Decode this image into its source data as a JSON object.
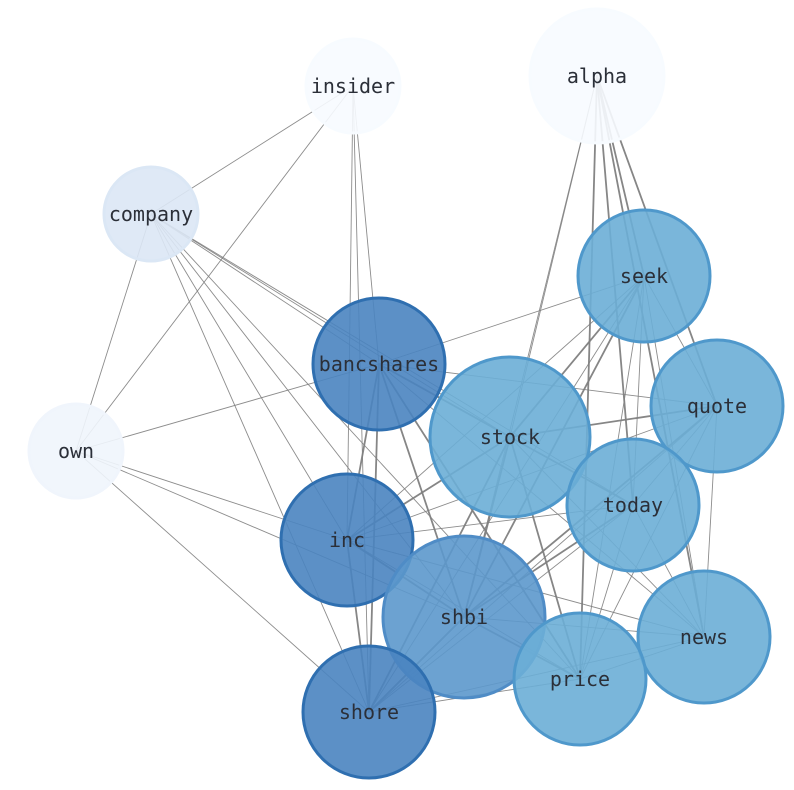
{
  "nodes": [
    {
      "id": "insider",
      "label": "insider",
      "fill": "#f7fbff",
      "stroke": "#f7fbff",
      "opacity": 0.9
    },
    {
      "id": "alpha",
      "label": "alpha",
      "fill": "#f7fbff",
      "stroke": "#f7fbff",
      "opacity": 0.9
    },
    {
      "id": "company",
      "label": "company",
      "fill": "#dbe7f5",
      "stroke": "#dbe7f5",
      "opacity": 0.9
    },
    {
      "id": "seek",
      "label": "seek",
      "fill": "#6baed6",
      "stroke": "#4f98cb",
      "opacity": 0.9
    },
    {
      "id": "bancshares",
      "label": "bancshares",
      "fill": "#4a84c0",
      "stroke": "#2f6fb0",
      "opacity": 0.9
    },
    {
      "id": "quote",
      "label": "quote",
      "fill": "#6baed6",
      "stroke": "#4f98cb",
      "opacity": 0.9
    },
    {
      "id": "stock",
      "label": "stock",
      "fill": "#6baed6",
      "stroke": "#4f98cb",
      "opacity": 0.9
    },
    {
      "id": "own",
      "label": "own",
      "fill": "#f0f5fc",
      "stroke": "#f0f5fc",
      "opacity": 0.9
    },
    {
      "id": "today",
      "label": "today",
      "fill": "#6baed6",
      "stroke": "#4f98cb",
      "opacity": 0.9
    },
    {
      "id": "inc",
      "label": "inc",
      "fill": "#4a84c0",
      "stroke": "#2f6fb0",
      "opacity": 0.9
    },
    {
      "id": "shbi",
      "label": "shbi",
      "fill": "#5c98cc",
      "stroke": "#4f8cc6",
      "opacity": 0.9
    },
    {
      "id": "news",
      "label": "news",
      "fill": "#6baed6",
      "stroke": "#4f98cb",
      "opacity": 0.9
    },
    {
      "id": "price",
      "label": "price",
      "fill": "#6baed6",
      "stroke": "#4f98cb",
      "opacity": 0.9
    },
    {
      "id": "shore",
      "label": "shore",
      "fill": "#4a84c0",
      "stroke": "#2f6fb0",
      "opacity": 0.9
    }
  ],
  "edges": [
    [
      "insider",
      "company",
      1
    ],
    [
      "insider",
      "own",
      1
    ],
    [
      "insider",
      "inc",
      1
    ],
    [
      "insider",
      "shore",
      1
    ],
    [
      "insider",
      "bancshares",
      1
    ],
    [
      "company",
      "own",
      1
    ],
    [
      "company",
      "bancshares",
      1
    ],
    [
      "company",
      "stock",
      1
    ],
    [
      "company",
      "inc",
      1
    ],
    [
      "company",
      "shbi",
      1
    ],
    [
      "company",
      "shore",
      1
    ],
    [
      "company",
      "today",
      1
    ],
    [
      "company",
      "price",
      1
    ],
    [
      "own",
      "bancshares",
      1
    ],
    [
      "own",
      "inc",
      1
    ],
    [
      "own",
      "shbi",
      1
    ],
    [
      "own",
      "shore",
      1
    ],
    [
      "alpha",
      "seek",
      2
    ],
    [
      "alpha",
      "quote",
      2
    ],
    [
      "alpha",
      "today",
      2
    ],
    [
      "alpha",
      "news",
      2
    ],
    [
      "alpha",
      "price",
      2
    ],
    [
      "alpha",
      "stock",
      1
    ],
    [
      "alpha",
      "shbi",
      1
    ],
    [
      "seek",
      "bancshares",
      1
    ],
    [
      "seek",
      "stock",
      2
    ],
    [
      "seek",
      "inc",
      1
    ],
    [
      "seek",
      "shbi",
      2
    ],
    [
      "seek",
      "shore",
      1
    ],
    [
      "seek",
      "price",
      1
    ],
    [
      "seek",
      "today",
      1
    ],
    [
      "seek",
      "quote",
      1
    ],
    [
      "seek",
      "news",
      1
    ],
    [
      "bancshares",
      "stock",
      2
    ],
    [
      "bancshares",
      "inc",
      2
    ],
    [
      "bancshares",
      "shbi",
      2
    ],
    [
      "bancshares",
      "shore",
      2
    ],
    [
      "bancshares",
      "today",
      1
    ],
    [
      "bancshares",
      "price",
      2
    ],
    [
      "bancshares",
      "quote",
      1
    ],
    [
      "bancshares",
      "news",
      1
    ],
    [
      "quote",
      "stock",
      2
    ],
    [
      "quote",
      "inc",
      1
    ],
    [
      "quote",
      "shbi",
      2
    ],
    [
      "quote",
      "shore",
      1
    ],
    [
      "quote",
      "price",
      1
    ],
    [
      "quote",
      "today",
      1
    ],
    [
      "quote",
      "news",
      1
    ],
    [
      "stock",
      "inc",
      2
    ],
    [
      "stock",
      "shbi",
      2
    ],
    [
      "stock",
      "shore",
      2
    ],
    [
      "stock",
      "today",
      2
    ],
    [
      "stock",
      "price",
      2
    ],
    [
      "stock",
      "news",
      1
    ],
    [
      "today",
      "inc",
      1
    ],
    [
      "today",
      "shbi",
      2
    ],
    [
      "today",
      "shore",
      1
    ],
    [
      "today",
      "price",
      1
    ],
    [
      "today",
      "news",
      1
    ],
    [
      "inc",
      "shbi",
      2
    ],
    [
      "inc",
      "shore",
      2
    ],
    [
      "inc",
      "price",
      1
    ],
    [
      "inc",
      "news",
      1
    ],
    [
      "shbi",
      "shore",
      2
    ],
    [
      "shbi",
      "price",
      2
    ],
    [
      "shbi",
      "news",
      1
    ],
    [
      "news",
      "price",
      1
    ],
    [
      "news",
      "shore",
      1
    ],
    [
      "price",
      "shore",
      1
    ]
  ]
}
